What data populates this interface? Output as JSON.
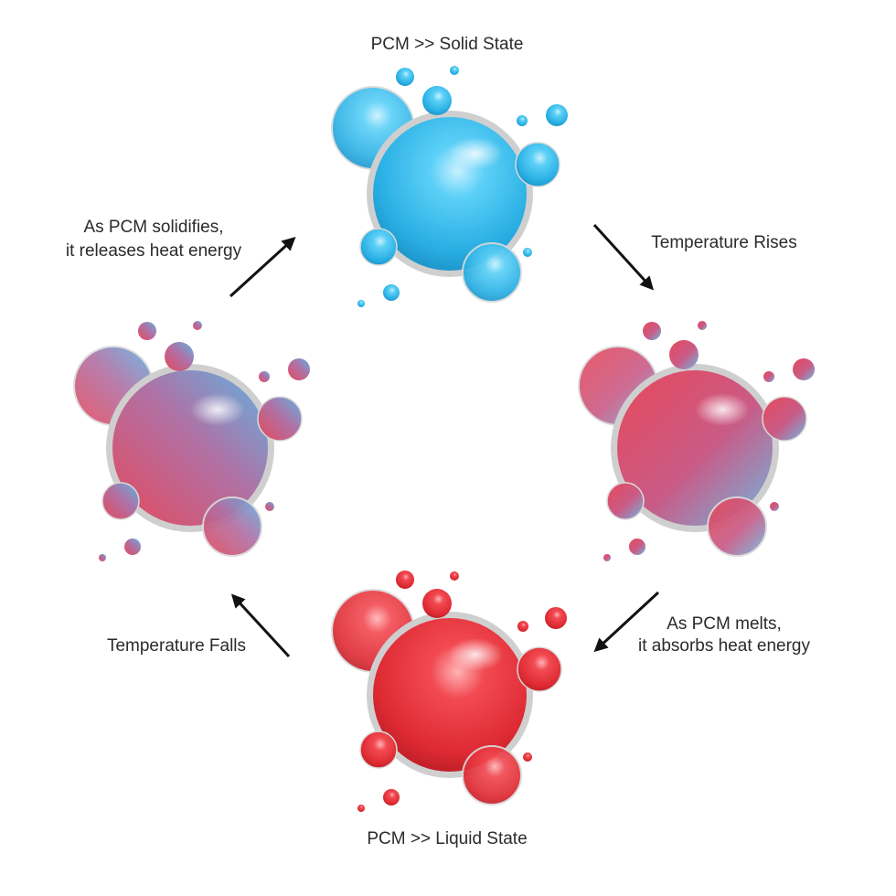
{
  "labels": {
    "solid_state": "PCM >> Solid State",
    "liquid_state": "PCM >> Liquid State",
    "temperature_rises": "Temperature Rises",
    "temperature_falls": "Temperature Falls",
    "melts_line1": "As PCM melts,",
    "melts_line2": "it absorbs heat energy",
    "solidifies_line1": "As PCM solidifies,",
    "solidifies_line2": "it releases heat energy"
  },
  "colors": {
    "solid_blue": "#3fb6e6",
    "liquid_red": "#e8323c",
    "arrow": "#111111",
    "text": "#2b2b2b"
  }
}
